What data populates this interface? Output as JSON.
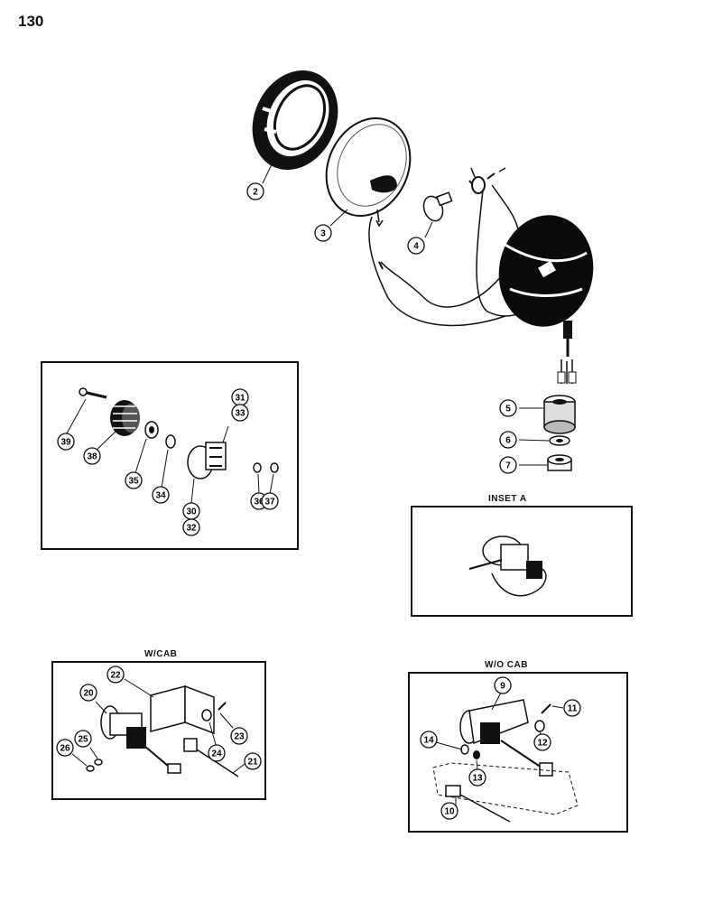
{
  "page": {
    "number": "130"
  },
  "insets": {
    "inset_a": {
      "label": "INSET A"
    },
    "with_cab": {
      "label": "W/CAB"
    },
    "without_cab": {
      "label": "W/O CAB"
    }
  },
  "colors": {
    "ink": "#111111",
    "paper": "#ffffff",
    "part_dark": "#0a0a0a",
    "part_mid": "#7a7a7a"
  },
  "callouts": [
    {
      "id": "c2",
      "label": "2"
    },
    {
      "id": "c3",
      "label": "3"
    },
    {
      "id": "c4",
      "label": "4"
    },
    {
      "id": "c5",
      "label": "5"
    },
    {
      "id": "c6",
      "label": "6"
    },
    {
      "id": "c7",
      "label": "7"
    },
    {
      "id": "c39",
      "label": "39"
    },
    {
      "id": "c38",
      "label": "38"
    },
    {
      "id": "c35",
      "label": "35"
    },
    {
      "id": "c34",
      "label": "34"
    },
    {
      "id": "c31",
      "label": "31"
    },
    {
      "id": "c33",
      "label": "33"
    },
    {
      "id": "c30",
      "label": "30"
    },
    {
      "id": "c32",
      "label": "32"
    },
    {
      "id": "c36",
      "label": "36"
    },
    {
      "id": "c37",
      "label": "37"
    },
    {
      "id": "c22",
      "label": "22"
    },
    {
      "id": "c20",
      "label": "20"
    },
    {
      "id": "c23",
      "label": "23"
    },
    {
      "id": "c24",
      "label": "24"
    },
    {
      "id": "c25",
      "label": "25"
    },
    {
      "id": "c26",
      "label": "26"
    },
    {
      "id": "c21",
      "label": "21"
    },
    {
      "id": "c9",
      "label": "9"
    },
    {
      "id": "c11",
      "label": "11"
    },
    {
      "id": "c12",
      "label": "12"
    },
    {
      "id": "c14",
      "label": "14"
    },
    {
      "id": "c13",
      "label": "13"
    },
    {
      "id": "c10",
      "label": "10"
    }
  ]
}
